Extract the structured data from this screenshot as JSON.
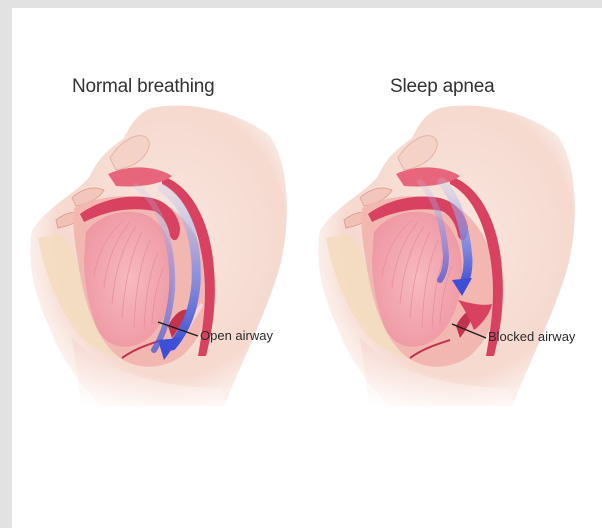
{
  "panels": [
    {
      "title": "Normal breathing",
      "callout": "Open airway",
      "airway_state": "open"
    },
    {
      "title": "Sleep apnea",
      "callout": "Blocked airway",
      "airway_state": "blocked"
    }
  ],
  "colors": {
    "skin": "#f6ddd5",
    "tissue": "#f3b7b2",
    "tongue": "#f2a6ad",
    "airway_wall": "#d8415f",
    "bone": "#f4dcc0",
    "airflow": "#5b72e0",
    "background": "#ffffff",
    "page_margin": "#e2e2e2"
  }
}
